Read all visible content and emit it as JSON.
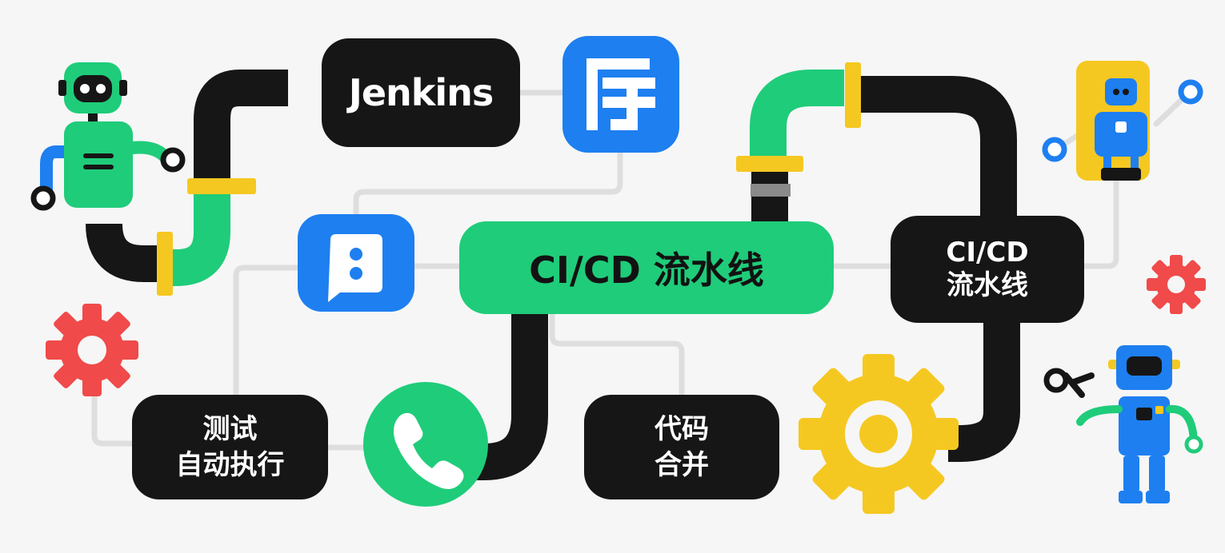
{
  "labels": {
    "jenkins": "Jenkins",
    "main_pipeline": "CI/CD 流水线",
    "side_pipeline_line1": "CI/CD",
    "side_pipeline_line2": "流水线",
    "test_line1": "测试",
    "test_line2": "自动执行",
    "merge_line1": "代码",
    "merge_line2": "合并"
  },
  "icons": [
    "feishu-docs-icon",
    "message-bubble-icon",
    "phone-call-icon",
    "red-gear-icon",
    "yellow-gear-icon",
    "green-robot-icon",
    "blue-robot-icon",
    "pipe-network"
  ],
  "colors": {
    "green": "#1fcc7a",
    "blue": "#1e7ff0",
    "yellow": "#f5c821",
    "red": "#f04a4a",
    "black": "#161616",
    "connector": "#dedede",
    "background": "#f6f6f6"
  }
}
